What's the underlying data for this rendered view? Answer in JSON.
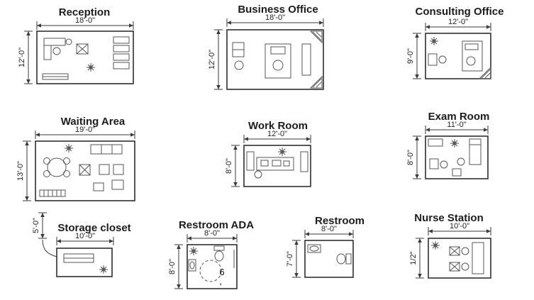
{
  "page": {
    "background": "#ffffff",
    "line_color": "#3a3a3a",
    "wall_color": "#2f2f2f"
  },
  "rooms": [
    {
      "name": "Reception",
      "width": "18'-0\"",
      "height": "12'-0\""
    },
    {
      "name": "Business Office",
      "width": "18'-0\"",
      "height": "12'-0\""
    },
    {
      "name": "Consulting Office",
      "width": "12'-0\"",
      "height": "9'-0\""
    },
    {
      "name": "Waiting Area",
      "width": "19'-0\"",
      "height": "13'-0\""
    },
    {
      "name": "Work Room",
      "width": "12'-0\"",
      "height": "8'-0\""
    },
    {
      "name": "Exam Room",
      "width": "11'-0\"",
      "height": "8'-0\""
    },
    {
      "name": "Storage closet",
      "width": "10'-0\"",
      "height": "5'-0\""
    },
    {
      "name": "Restroom ADA",
      "width": "8'-0\"",
      "height": "8'-0\"",
      "note": "6",
      "note2": ","
    },
    {
      "name": "Restroom",
      "width": "8'-0\"",
      "height": "7'-0\""
    },
    {
      "name": "Nurse Station",
      "width": "10'-0\"",
      "height": "1/2\""
    }
  ]
}
